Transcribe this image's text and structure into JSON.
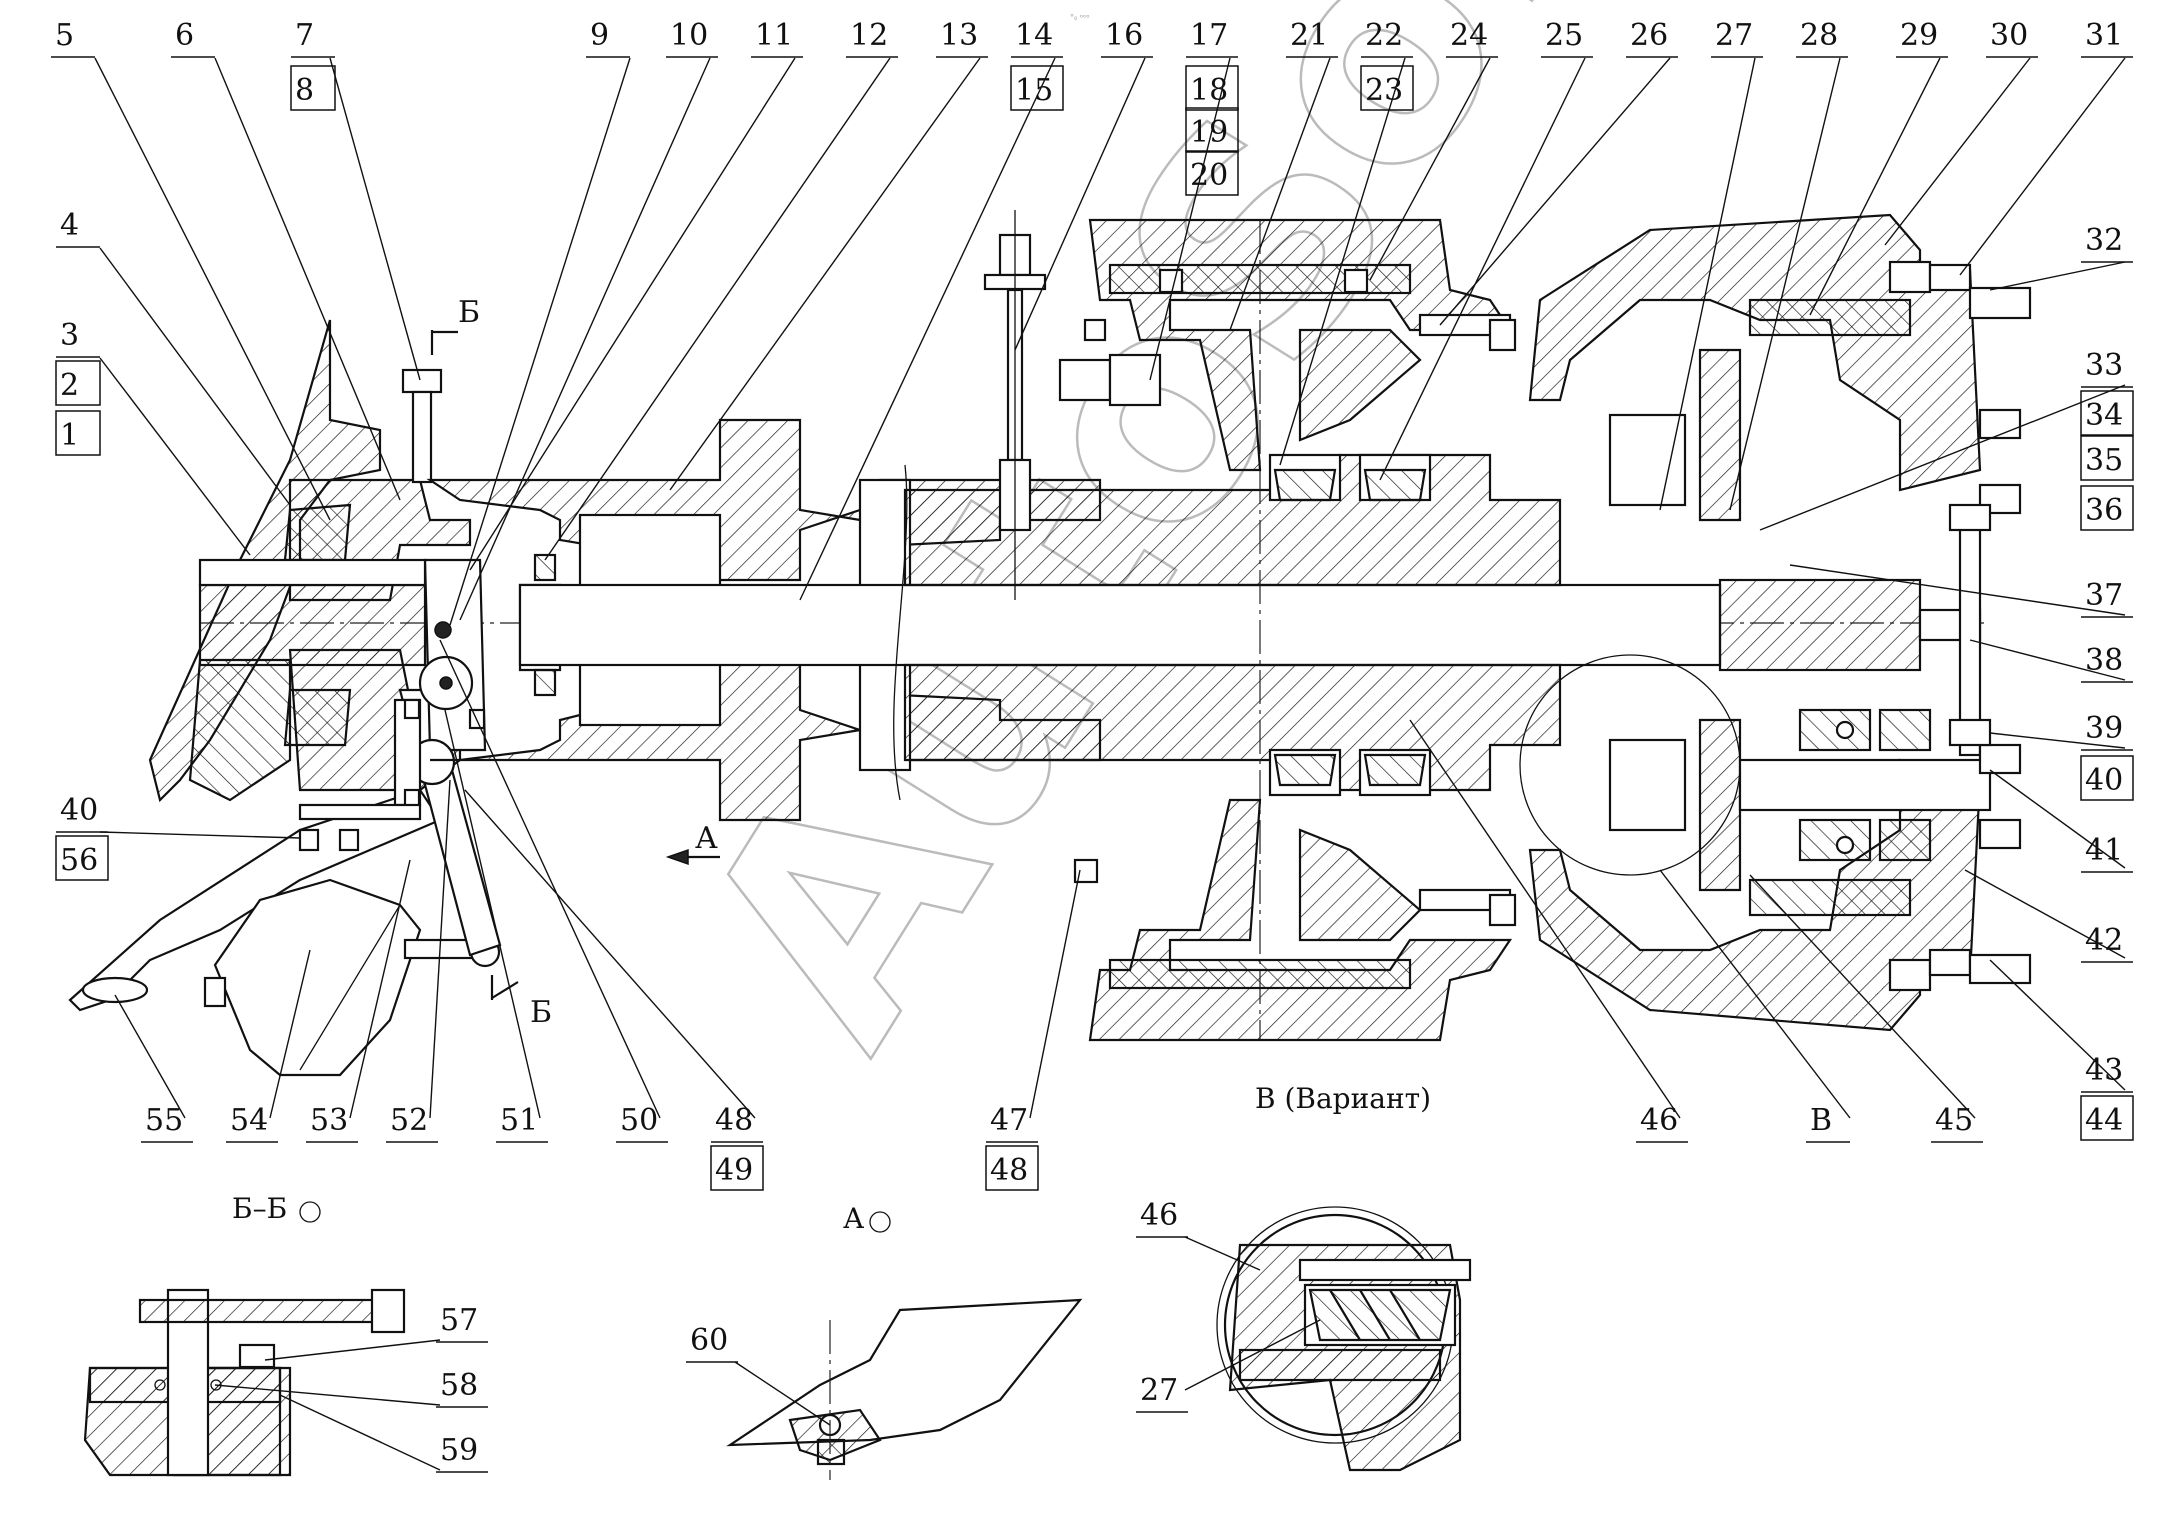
{
  "drawing": {
    "watermark": "AutoSoft",
    "corner_mark": "°₀ ᵒᵒᵒ",
    "callouts": [
      {
        "id": "c5",
        "text": "5"
      },
      {
        "id": "c6",
        "text": "6"
      },
      {
        "id": "c7",
        "text": "7"
      },
      {
        "id": "c8",
        "text": "8"
      },
      {
        "id": "c9",
        "text": "9"
      },
      {
        "id": "c10",
        "text": "10"
      },
      {
        "id": "c11",
        "text": "11"
      },
      {
        "id": "c12",
        "text": "12"
      },
      {
        "id": "c13",
        "text": "13"
      },
      {
        "id": "c14",
        "text": "14"
      },
      {
        "id": "c15",
        "text": "15"
      },
      {
        "id": "c16",
        "text": "16"
      },
      {
        "id": "c17",
        "text": "17"
      },
      {
        "id": "c18",
        "text": "18"
      },
      {
        "id": "c19",
        "text": "19"
      },
      {
        "id": "c20",
        "text": "20"
      },
      {
        "id": "c21",
        "text": "21"
      },
      {
        "id": "c22",
        "text": "22"
      },
      {
        "id": "c23",
        "text": "23"
      },
      {
        "id": "c24",
        "text": "24"
      },
      {
        "id": "c25",
        "text": "25"
      },
      {
        "id": "c26",
        "text": "26"
      },
      {
        "id": "c27",
        "text": "27"
      },
      {
        "id": "c28",
        "text": "28"
      },
      {
        "id": "c29",
        "text": "29"
      },
      {
        "id": "c30",
        "text": "30"
      },
      {
        "id": "c31",
        "text": "31"
      },
      {
        "id": "c32",
        "text": "32"
      },
      {
        "id": "c33",
        "text": "33"
      },
      {
        "id": "c34",
        "text": "34"
      },
      {
        "id": "c35",
        "text": "35"
      },
      {
        "id": "c36",
        "text": "36"
      },
      {
        "id": "c37",
        "text": "37"
      },
      {
        "id": "c38",
        "text": "38"
      },
      {
        "id": "c39",
        "text": "39"
      },
      {
        "id": "c40r",
        "text": "40"
      },
      {
        "id": "c41",
        "text": "41"
      },
      {
        "id": "c42",
        "text": "42"
      },
      {
        "id": "c43",
        "text": "43"
      },
      {
        "id": "c44",
        "text": "44"
      },
      {
        "id": "c4",
        "text": "4"
      },
      {
        "id": "c3",
        "text": "3"
      },
      {
        "id": "c2",
        "text": "2"
      },
      {
        "id": "c1",
        "text": "1"
      },
      {
        "id": "c40l",
        "text": "40"
      },
      {
        "id": "c56",
        "text": "56"
      },
      {
        "id": "c55",
        "text": "55"
      },
      {
        "id": "c54",
        "text": "54"
      },
      {
        "id": "c53",
        "text": "53"
      },
      {
        "id": "c52",
        "text": "52"
      },
      {
        "id": "c51",
        "text": "51"
      },
      {
        "id": "c50",
        "text": "50"
      },
      {
        "id": "c48a",
        "text": "48"
      },
      {
        "id": "c49",
        "text": "49"
      },
      {
        "id": "c47",
        "text": "47"
      },
      {
        "id": "c48b",
        "text": "48"
      },
      {
        "id": "c46",
        "text": "46"
      },
      {
        "id": "cB",
        "text": "В"
      },
      {
        "id": "c45",
        "text": "45"
      },
      {
        "id": "c57",
        "text": "57"
      },
      {
        "id": "c58",
        "text": "58"
      },
      {
        "id": "c59",
        "text": "59"
      },
      {
        "id": "c60",
        "text": "60"
      },
      {
        "id": "c46d",
        "text": "46"
      },
      {
        "id": "c27d",
        "text": "27"
      }
    ],
    "section_marks": {
      "b_top": "Б",
      "b_bottom": "Б",
      "a_arrow": "А"
    },
    "captions": {
      "variant": "В (Вариант)",
      "section_bb": "Б–Б",
      "view_a": "А"
    }
  }
}
